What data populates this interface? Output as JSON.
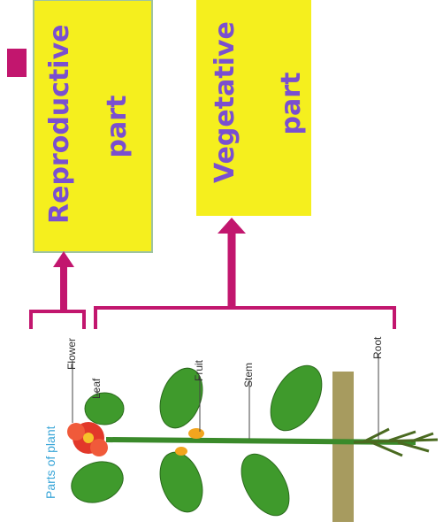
{
  "diagram": {
    "reproductive_box": {
      "line1": "Reproductive",
      "line2": "part"
    },
    "vegetative_box": {
      "line1": "Vegetative",
      "line2": "part"
    },
    "plant_title": "Parts of plant",
    "labels": {
      "flower": "Flower",
      "leaf": "Leaf",
      "fruit": "Fruit",
      "stem": "Stem",
      "root": "Root"
    }
  },
  "colors": {
    "box_fill": "#f5ef1e",
    "box_text": "#7a4fd0",
    "connector": "#c2166e",
    "leaf_green": "#3f9a2c",
    "flower_red": "#e2382a",
    "soil": "#8a7a2a"
  }
}
